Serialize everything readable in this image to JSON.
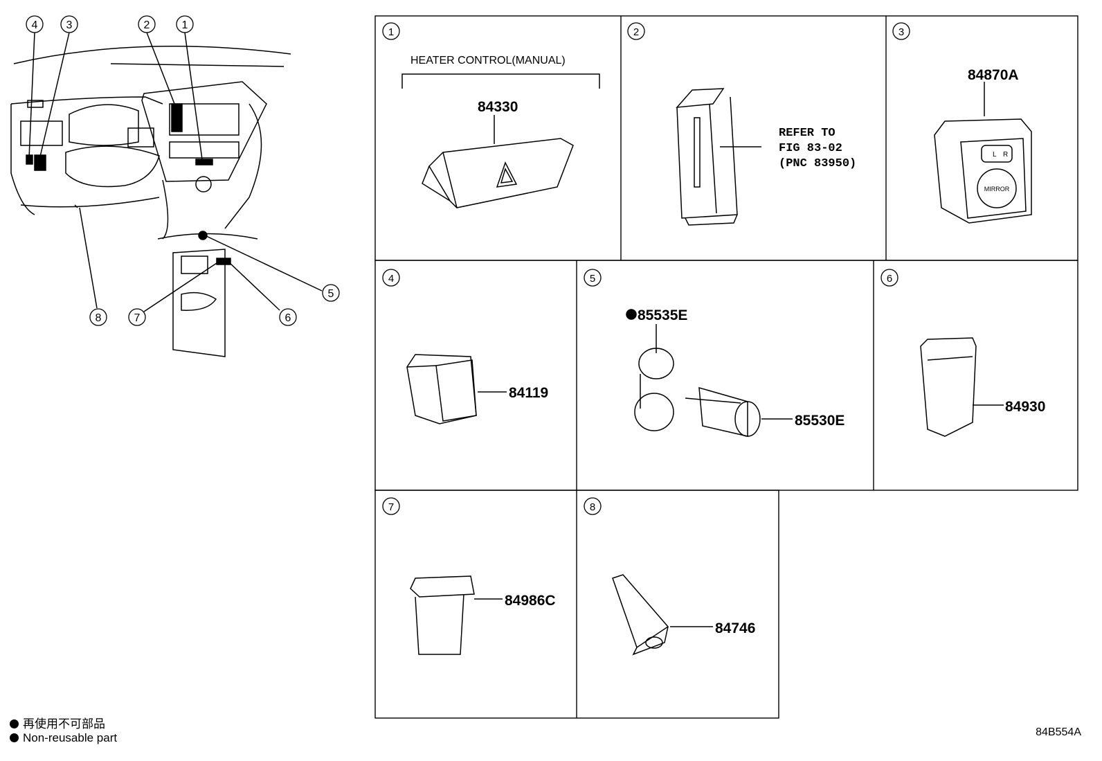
{
  "overview_callouts": [
    "1",
    "2",
    "3",
    "4",
    "5",
    "6",
    "7",
    "8"
  ],
  "panels": [
    {
      "num": "1",
      "heading": "HEATER CONTROL(MANUAL)",
      "part": "84330"
    },
    {
      "num": "2",
      "refer": [
        "REFER TO",
        "FIG 83-02",
        "(PNC 83950)"
      ]
    },
    {
      "num": "3",
      "part": "84870A",
      "switch_text": {
        "left": "L",
        "right": "R",
        "knob": "MIRROR"
      }
    },
    {
      "num": "4",
      "part": "84119"
    },
    {
      "num": "5",
      "parts": [
        {
          "pn": "85535E",
          "non_reusable": true
        },
        {
          "pn": "85530E",
          "non_reusable": false
        }
      ]
    },
    {
      "num": "6",
      "part": "84930"
    },
    {
      "num": "7",
      "part": "84986C"
    },
    {
      "num": "8",
      "part": "84746"
    }
  ],
  "legend": {
    "jp": "再使用不可部品",
    "en": "Non-reusable part"
  },
  "figure_code": "84B554A"
}
